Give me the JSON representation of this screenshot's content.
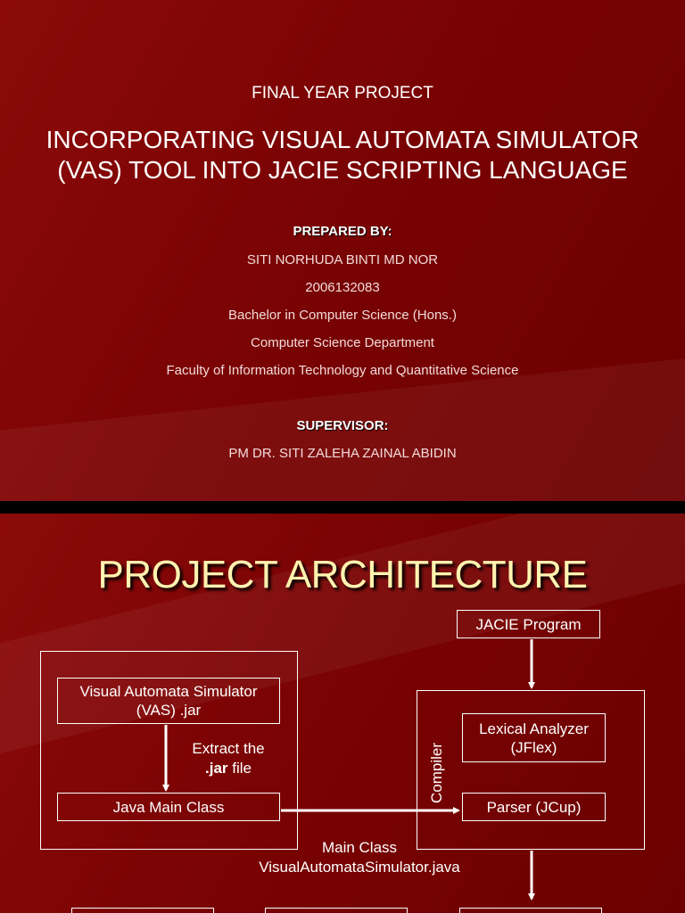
{
  "slide1": {
    "subtitle": "FINAL YEAR PROJECT",
    "title_line1": "INCORPORATING VISUAL AUTOMATA SIMULATOR",
    "title_line2": "(VAS) TOOL INTO JACIE SCRIPTING LANGUAGE",
    "prepared_label": "PREPARED BY:",
    "student_name": "SITI NORHUDA BINTI MD NOR",
    "student_id": "2006132083",
    "program": "Bachelor in Computer Science (Hons.)",
    "department": "Computer Science Department",
    "faculty": "Faculty of Information Technology and Quantitative Science",
    "supervisor_label": "SUPERVISOR:",
    "supervisor_name": "PM DR. SITI ZALEHA ZAINAL ABIDIN"
  },
  "slide2": {
    "title": "PROJECT ARCHITECTURE",
    "jacie_program": "JACIE Program",
    "vas_jar": "Visual Automata Simulator (VAS) .jar",
    "extract_prefix": "Extract the",
    "extract_bold": ".jar",
    "extract_suffix": " file",
    "lexical": "Lexical Analyzer (JFlex)",
    "compiler": "Compiler",
    "java_main": "Java Main Class",
    "parser": "Parser (JCup)",
    "main_class_line1": "Main Class",
    "main_class_line2": "VisualAutomataSimulator.java"
  }
}
